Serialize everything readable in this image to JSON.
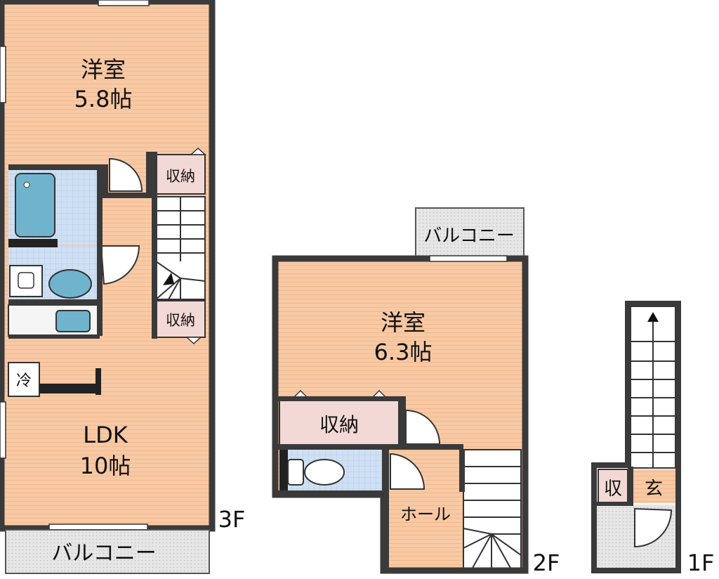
{
  "floor_3f": {
    "room_western": {
      "name": "洋室",
      "size": "5.8帖"
    },
    "storage_upper": "収納",
    "storage_lower": "収納",
    "fridge": "冷",
    "ldk": {
      "name": "LDK",
      "size": "10帖"
    },
    "balcony": "バルコニー",
    "floor_label": "3F"
  },
  "floor_2f": {
    "balcony": "バルコニー",
    "room_western": {
      "name": "洋室",
      "size": "6.3帖"
    },
    "storage": "収納",
    "hall": "ホール",
    "floor_label": "2F"
  },
  "floor_1f": {
    "storage": "収",
    "entrance": "玄",
    "floor_label": "1F"
  },
  "colors": {
    "floor": "#f7c9a4",
    "wall": "#3a3a3a",
    "tile": "#cfe0f4",
    "storage": "#f3d9d6",
    "balcony": "#e6e6e6",
    "fixture": "#6fb4cc"
  }
}
